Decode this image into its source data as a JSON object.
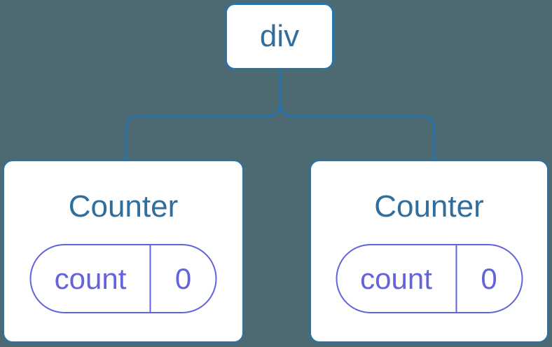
{
  "colors": {
    "page_bg": "#4d6a73",
    "edge": "#2a73a8",
    "node_border": "#2a73a8",
    "node_text": "#326e9b",
    "accent_purple": "#6363dc",
    "card_bg": "#ffffff"
  },
  "tree": {
    "root": {
      "label": "div"
    },
    "children": [
      {
        "title": "Counter",
        "state": {
          "key": "count",
          "value": "0"
        }
      },
      {
        "title": "Counter",
        "state": {
          "key": "count",
          "value": "0"
        }
      }
    ]
  }
}
